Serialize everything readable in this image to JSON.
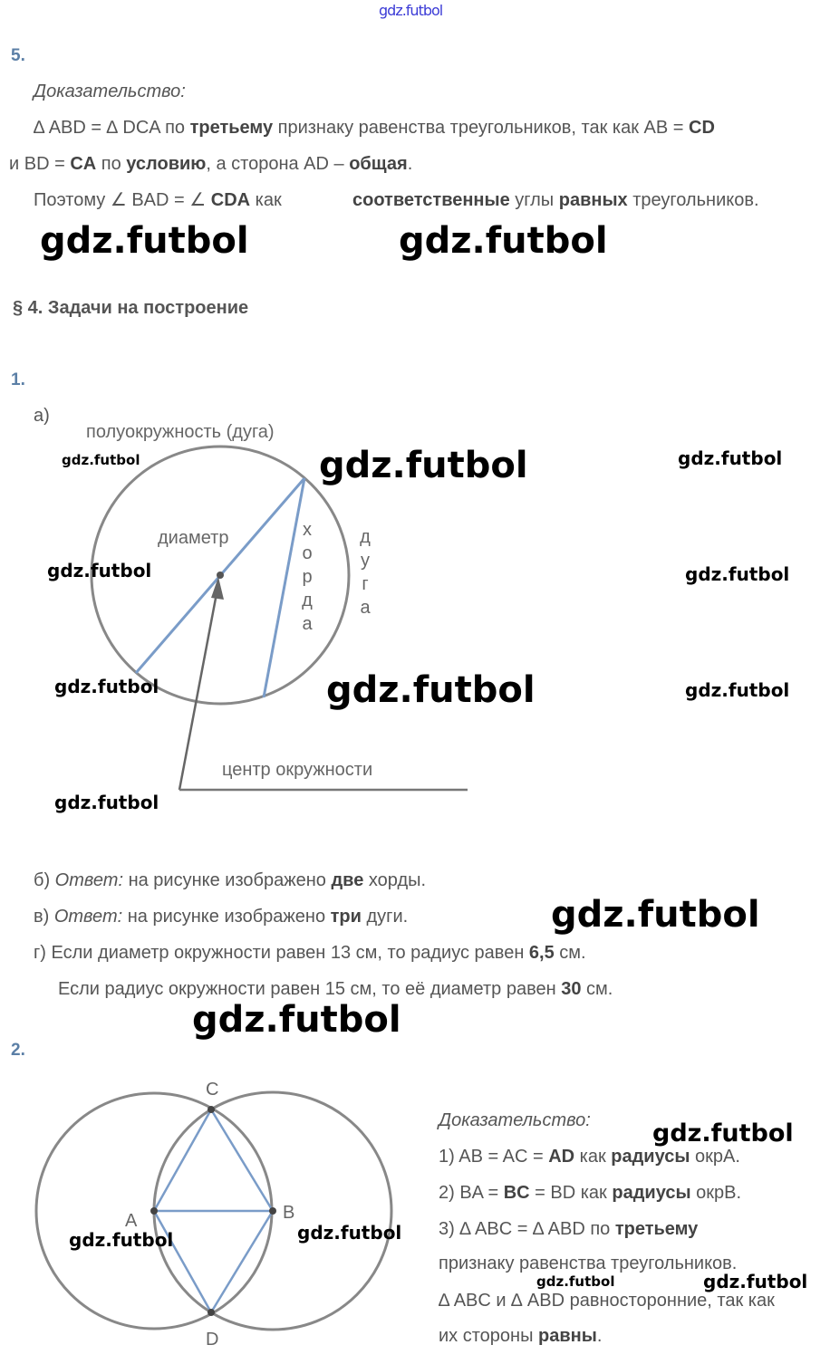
{
  "header": {
    "site": "gdz.futbol"
  },
  "task5": {
    "number": "5.",
    "proof_label": "Доказательство:",
    "lines": [
      [
        {
          "t": "∆ ABD = ∆ DCA по "
        },
        {
          "t": "третьему",
          "b": 1
        },
        {
          "t": " признаку равенства треугольников, так как AB = "
        },
        {
          "t": "CD",
          "b": 1
        }
      ],
      [
        {
          "t": "и BD = "
        },
        {
          "t": "CA",
          "b": 1
        },
        {
          "t": " по "
        },
        {
          "t": "условию",
          "b": 1
        },
        {
          "t": ", а сторона AD – "
        },
        {
          "t": "общая",
          "b": 1
        },
        {
          "t": "."
        }
      ],
      [
        {
          "t": "Поэтому ∠ BAD = ∠ "
        },
        {
          "t": "CDA",
          "b": 1
        },
        {
          "t": " как"
        }
      ],
      [
        {
          "t": "соответственные",
          "b": 1
        },
        {
          "t": " углы "
        },
        {
          "t": "равных",
          "b": 1
        },
        {
          "t": " треугольников."
        }
      ]
    ]
  },
  "section": {
    "title": "§ 4. Задачи на построение"
  },
  "task1": {
    "number": "1.",
    "part_a": "а)",
    "figure": {
      "semicircle": "полуокружность (дуга)",
      "diameter": "диаметр",
      "chord": [
        "х",
        "о",
        "р",
        "д",
        "а"
      ],
      "arc": [
        "д",
        "у",
        "г",
        "а"
      ],
      "center": "центр окружности"
    },
    "lines": [
      [
        {
          "t": "б) "
        },
        {
          "t": "Ответ:",
          "i": 1
        },
        {
          "t": " на рисунке изображено "
        },
        {
          "t": "две",
          "b": 1
        },
        {
          "t": " хорды."
        }
      ],
      [
        {
          "t": "в) "
        },
        {
          "t": "Ответ:",
          "i": 1
        },
        {
          "t": " на рисунке изображено "
        },
        {
          "t": "три",
          "b": 1
        },
        {
          "t": " дуги."
        }
      ],
      [
        {
          "t": "г) Если диаметр окружности равен 13 см, то радиус равен "
        },
        {
          "t": "6,5",
          "b": 1
        },
        {
          "t": " см."
        }
      ],
      [
        {
          "t": "Если радиус окружности равен 15 см, то её диаметр равен "
        },
        {
          "t": "30",
          "b": 1
        },
        {
          "t": " см."
        }
      ]
    ]
  },
  "task2": {
    "number": "2.",
    "points": {
      "C": "C",
      "A": "A",
      "B": "B",
      "D": "D"
    },
    "proof_label": "Доказательство:",
    "lines": [
      [
        {
          "t": "1) AB = AC = "
        },
        {
          "t": "AD",
          "b": 1
        },
        {
          "t": " как "
        },
        {
          "t": "радиусы",
          "b": 1
        },
        {
          "t": " окрA."
        }
      ],
      [
        {
          "t": "2) BA = "
        },
        {
          "t": "BC",
          "b": 1
        },
        {
          "t": " = BD как "
        },
        {
          "t": "радиусы",
          "b": 1
        },
        {
          "t": " окрB."
        }
      ],
      [
        {
          "t": "3) ∆ ABC = ∆ ABD по "
        },
        {
          "t": "третьему",
          "b": 1
        }
      ],
      [
        {
          "t": "признаку равенства треугольников."
        }
      ],
      [
        {
          "t": "∆ ABC и ∆ ABD равносторонние, так как"
        }
      ],
      [
        {
          "t": "их стороны "
        },
        {
          "t": "равны",
          "b": 1
        },
        {
          "t": "."
        }
      ]
    ]
  },
  "watermark": "gdz.futbol",
  "colors": {
    "text": "#555555",
    "number": "#5b7fa6",
    "line": "#888888",
    "accent": "#7a9cc8"
  }
}
